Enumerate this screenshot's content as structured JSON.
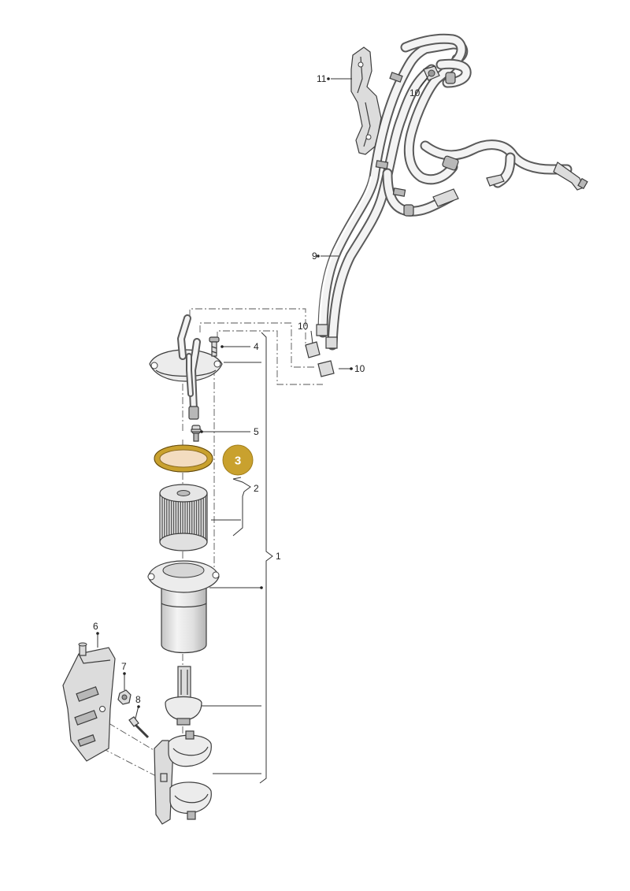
{
  "diagram": {
    "highlight_color": "#c9a12e",
    "highlighted_part": "3",
    "callouts": {
      "c1": "1",
      "c2": "2",
      "c3": "3",
      "c4": "4",
      "c5": "5",
      "c6": "6",
      "c7": "7",
      "c8": "8",
      "c9": "9",
      "c10a": "10",
      "c10b": "10",
      "c10c": "10",
      "c11": "11"
    }
  }
}
